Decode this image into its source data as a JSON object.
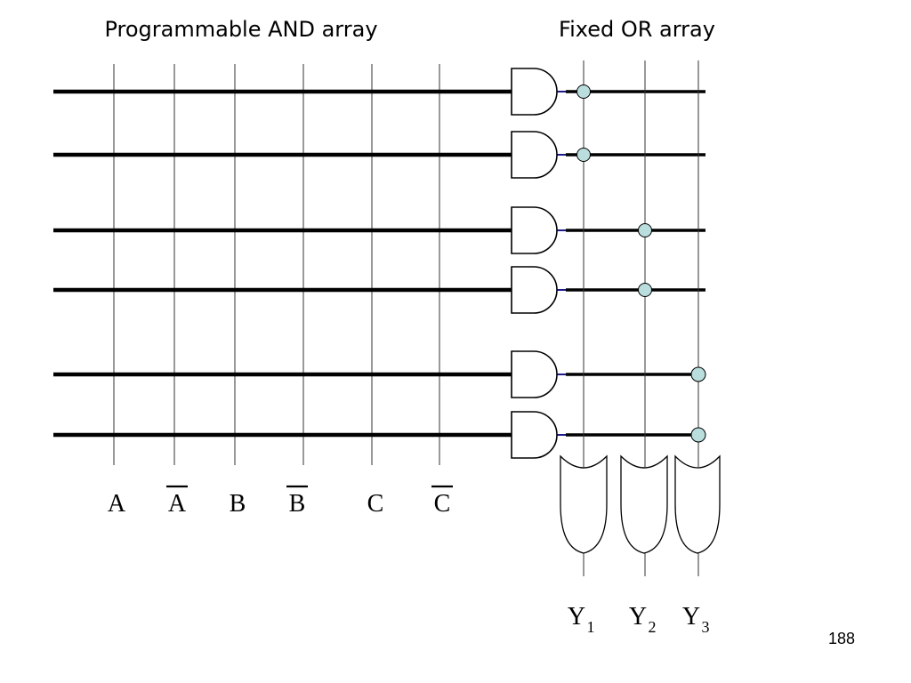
{
  "titles": {
    "and_array": "Programmable AND array",
    "or_array": "Fixed OR array"
  },
  "inputs": [
    {
      "label": "A",
      "negated": false
    },
    {
      "label": "A",
      "negated": true
    },
    {
      "label": "B",
      "negated": false
    },
    {
      "label": "B",
      "negated": true
    },
    {
      "label": "C",
      "negated": false
    },
    {
      "label": "C",
      "negated": true
    }
  ],
  "outputs": [
    {
      "main": "Y",
      "sub": "1"
    },
    {
      "main": "Y",
      "sub": "2"
    },
    {
      "main": "Y",
      "sub": "3"
    }
  ],
  "product_terms": [
    {
      "output": 0
    },
    {
      "output": 0
    },
    {
      "output": 1
    },
    {
      "output": 1
    },
    {
      "output": 2
    },
    {
      "output": 2
    }
  ],
  "colors": {
    "line": "#000000",
    "thin_line": "#333333",
    "connection_dot": "#b9dedd",
    "gate_link": "#1c1c8c"
  },
  "page_number": "188"
}
